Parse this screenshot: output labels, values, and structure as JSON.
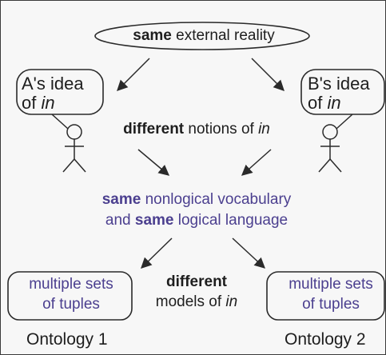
{
  "top": {
    "bold": "same",
    "rest": " external reality"
  },
  "agent_a": {
    "line1": "A's idea",
    "line2_prefix": "of ",
    "line2_italic": "in"
  },
  "agent_b": {
    "line1": "B's idea",
    "line2_prefix": "of ",
    "line2_italic": "in"
  },
  "middle_label": {
    "bold": "different",
    "rest": " notions of ",
    "italic": "in"
  },
  "vocabulary": {
    "line1_bold": "same",
    "line1_rest": " nonlogical vocabulary",
    "line2_prefix": "and ",
    "line2_bold": "same",
    "line2_rest": " logical language"
  },
  "models_label": {
    "bold": "different",
    "line2_prefix": "models of ",
    "line2_italic": "in"
  },
  "tuples_left": {
    "line1": "multiple sets",
    "line2": "of tuples"
  },
  "tuples_right": {
    "line1": "multiple sets",
    "line2": "of tuples"
  },
  "ontology_left": "Ontology 1",
  "ontology_right": "Ontology 2",
  "colors": {
    "text": "#1e1e1e",
    "accent": "#4b3f8f",
    "stroke": "#2a2a2a",
    "background": "#f7f7f7"
  }
}
